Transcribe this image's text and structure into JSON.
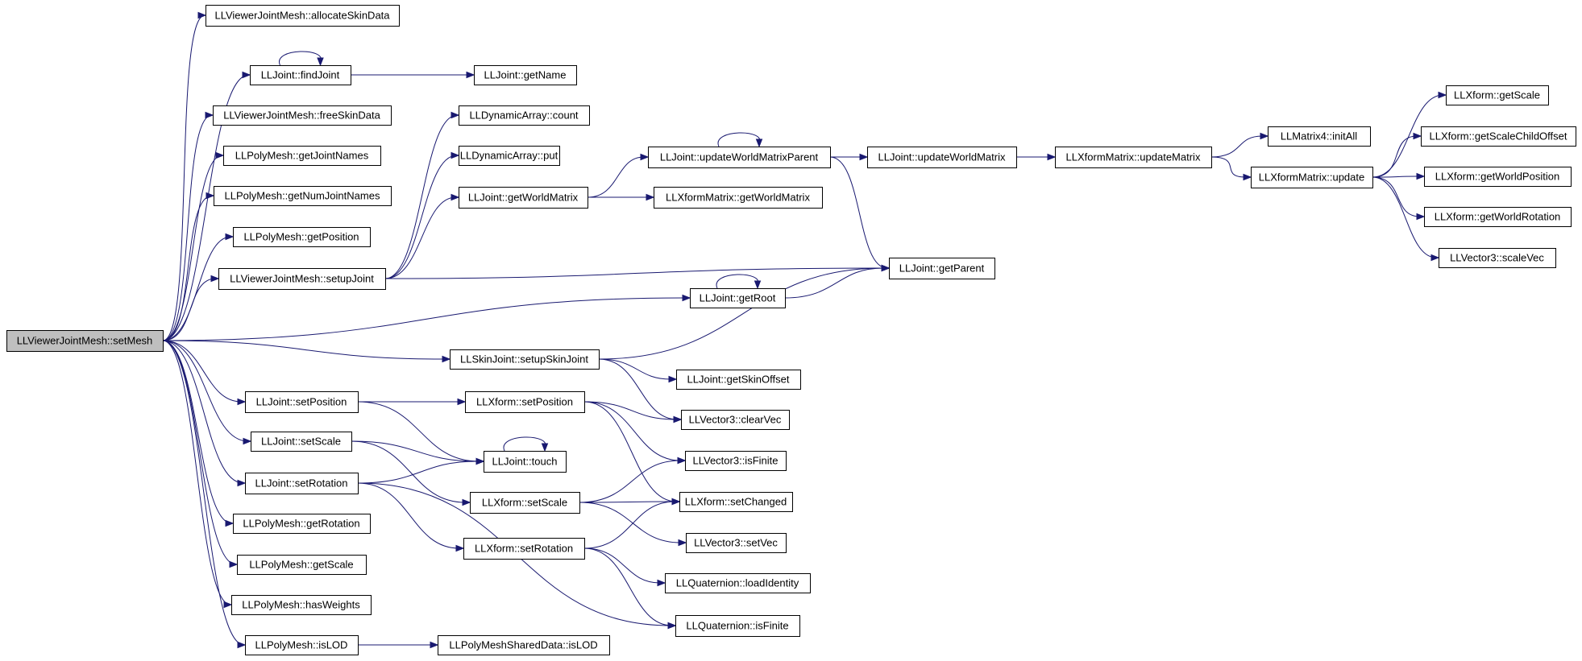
{
  "nodes": [
    {
      "id": "root",
      "label": "LLViewerJointMesh::setMesh",
      "root": true
    },
    {
      "id": "allocate",
      "label": "LLViewerJointMesh::allocateSkinData"
    },
    {
      "id": "findJoint",
      "label": "LLJoint::findJoint"
    },
    {
      "id": "getName",
      "label": "LLJoint::getName"
    },
    {
      "id": "freeSkin",
      "label": "LLViewerJointMesh::freeSkinData"
    },
    {
      "id": "getJointNames",
      "label": "LLPolyMesh::getJointNames"
    },
    {
      "id": "getNumJointNames",
      "label": "LLPolyMesh::getNumJointNames"
    },
    {
      "id": "pmGetPosition",
      "label": "LLPolyMesh::getPosition"
    },
    {
      "id": "setupJoint",
      "label": "LLViewerJointMesh::setupJoint"
    },
    {
      "id": "daCount",
      "label": "LLDynamicArray::count"
    },
    {
      "id": "daPut",
      "label": "LLDynamicArray::put"
    },
    {
      "id": "getWorldMatrix",
      "label": "LLJoint::getWorldMatrix"
    },
    {
      "id": "uwmParent",
      "label": "LLJoint::updateWorldMatrixParent"
    },
    {
      "id": "uwm",
      "label": "LLJoint::updateWorldMatrix"
    },
    {
      "id": "xmUpdateMatrix",
      "label": "LLXformMatrix::updateMatrix"
    },
    {
      "id": "m4InitAll",
      "label": "LLMatrix4::initAll"
    },
    {
      "id": "xmUpdate",
      "label": "LLXformMatrix::update"
    },
    {
      "id": "xGetScale",
      "label": "LLXform::getScale"
    },
    {
      "id": "xGetScaleChild",
      "label": "LLXform::getScaleChildOffset"
    },
    {
      "id": "xGetWorldPos",
      "label": "LLXform::getWorldPosition"
    },
    {
      "id": "xGetWorldRot",
      "label": "LLXform::getWorldRotation"
    },
    {
      "id": "v3ScaleVec",
      "label": "LLVector3::scaleVec"
    },
    {
      "id": "xmGetWorldMatrix",
      "label": "LLXformMatrix::getWorldMatrix"
    },
    {
      "id": "getParent",
      "label": "LLJoint::getParent"
    },
    {
      "id": "getRoot",
      "label": "LLJoint::getRoot"
    },
    {
      "id": "setupSkinJoint",
      "label": "LLSkinJoint::setupSkinJoint"
    },
    {
      "id": "getSkinOffset",
      "label": "LLJoint::getSkinOffset"
    },
    {
      "id": "jSetPosition",
      "label": "LLJoint::setPosition"
    },
    {
      "id": "xSetPosition",
      "label": "LLXform::setPosition"
    },
    {
      "id": "v3ClearVec",
      "label": "LLVector3::clearVec"
    },
    {
      "id": "jSetScale",
      "label": "LLJoint::setScale"
    },
    {
      "id": "touch",
      "label": "LLJoint::touch"
    },
    {
      "id": "v3IsFinite",
      "label": "LLVector3::isFinite"
    },
    {
      "id": "jSetRotation",
      "label": "LLJoint::setRotation"
    },
    {
      "id": "xSetScale",
      "label": "LLXform::setScale"
    },
    {
      "id": "xSetChanged",
      "label": "LLXform::setChanged"
    },
    {
      "id": "pmGetRotation",
      "label": "LLPolyMesh::getRotation"
    },
    {
      "id": "v3SetVec",
      "label": "LLVector3::setVec"
    },
    {
      "id": "xSetRotation",
      "label": "LLXform::setRotation"
    },
    {
      "id": "pmGetScale",
      "label": "LLPolyMesh::getScale"
    },
    {
      "id": "qLoadIdentity",
      "label": "LLQuaternion::loadIdentity"
    },
    {
      "id": "pmHasWeights",
      "label": "LLPolyMesh::hasWeights"
    },
    {
      "id": "qIsFinite",
      "label": "LLQuaternion::isFinite"
    },
    {
      "id": "pmIsLOD",
      "label": "LLPolyMesh::isLOD"
    },
    {
      "id": "pmsdIsLOD",
      "label": "LLPolyMeshSharedData::isLOD"
    }
  ],
  "edges": [
    [
      "root",
      "allocate"
    ],
    [
      "root",
      "findJoint"
    ],
    [
      "root",
      "freeSkin"
    ],
    [
      "root",
      "getJointNames"
    ],
    [
      "root",
      "getNumJointNames"
    ],
    [
      "root",
      "pmGetPosition"
    ],
    [
      "root",
      "setupJoint"
    ],
    [
      "root",
      "getRoot"
    ],
    [
      "root",
      "setupSkinJoint"
    ],
    [
      "root",
      "jSetPosition"
    ],
    [
      "root",
      "jSetScale"
    ],
    [
      "root",
      "jSetRotation"
    ],
    [
      "root",
      "pmGetRotation"
    ],
    [
      "root",
      "pmGetScale"
    ],
    [
      "root",
      "pmHasWeights"
    ],
    [
      "root",
      "pmIsLOD"
    ],
    [
      "findJoint",
      "findJoint"
    ],
    [
      "findJoint",
      "getName"
    ],
    [
      "setupJoint",
      "daCount"
    ],
    [
      "setupJoint",
      "daPut"
    ],
    [
      "setupJoint",
      "getWorldMatrix"
    ],
    [
      "setupJoint",
      "getParent"
    ],
    [
      "getWorldMatrix",
      "uwmParent"
    ],
    [
      "getWorldMatrix",
      "xmGetWorldMatrix"
    ],
    [
      "uwmParent",
      "uwmParent"
    ],
    [
      "uwmParent",
      "uwm"
    ],
    [
      "uwmParent",
      "getParent"
    ],
    [
      "uwm",
      "xmUpdateMatrix"
    ],
    [
      "xmUpdateMatrix",
      "m4InitAll"
    ],
    [
      "xmUpdateMatrix",
      "xmUpdate"
    ],
    [
      "xmUpdate",
      "xGetScale"
    ],
    [
      "xmUpdate",
      "xGetScaleChild"
    ],
    [
      "xmUpdate",
      "xGetWorldPos"
    ],
    [
      "xmUpdate",
      "xGetWorldRot"
    ],
    [
      "xmUpdate",
      "v3ScaleVec"
    ],
    [
      "getRoot",
      "getRoot"
    ],
    [
      "getRoot",
      "getParent"
    ],
    [
      "setupSkinJoint",
      "getParent"
    ],
    [
      "setupSkinJoint",
      "getSkinOffset"
    ],
    [
      "setupSkinJoint",
      "v3ClearVec"
    ],
    [
      "jSetPosition",
      "xSetPosition"
    ],
    [
      "jSetPosition",
      "touch"
    ],
    [
      "xSetPosition",
      "v3ClearVec"
    ],
    [
      "xSetPosition",
      "v3IsFinite"
    ],
    [
      "xSetPosition",
      "xSetChanged"
    ],
    [
      "jSetScale",
      "touch"
    ],
    [
      "jSetScale",
      "xSetScale"
    ],
    [
      "touch",
      "touch"
    ],
    [
      "jSetRotation",
      "touch"
    ],
    [
      "jSetRotation",
      "xSetRotation"
    ],
    [
      "jSetRotation",
      "qIsFinite"
    ],
    [
      "xSetScale",
      "v3IsFinite"
    ],
    [
      "xSetScale",
      "xSetChanged"
    ],
    [
      "xSetScale",
      "v3SetVec"
    ],
    [
      "xSetRotation",
      "xSetChanged"
    ],
    [
      "xSetRotation",
      "qLoadIdentity"
    ],
    [
      "xSetRotation",
      "qIsFinite"
    ],
    [
      "pmIsLOD",
      "pmsdIsLOD"
    ]
  ],
  "colors": {
    "edge": "#191970",
    "rootFill": "#bfbfbf"
  }
}
